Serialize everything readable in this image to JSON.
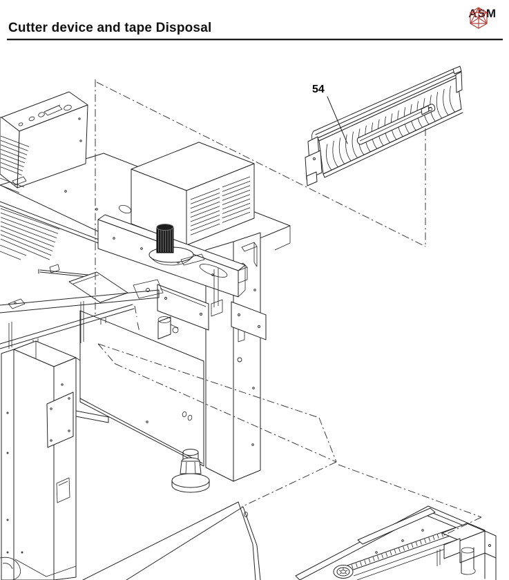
{
  "header": {
    "title": "Cutter device and tape Disposal",
    "brand": "ASM"
  },
  "diagram": {
    "callouts": [
      {
        "label": "54",
        "part": "tape-disposal-chute"
      }
    ],
    "colors": {
      "line": "#222222",
      "dash": "#3a3a3a",
      "knob_fill": "#1c1c1c",
      "brand_accent": "#b5443c",
      "rule": "#1a1a1a"
    }
  }
}
